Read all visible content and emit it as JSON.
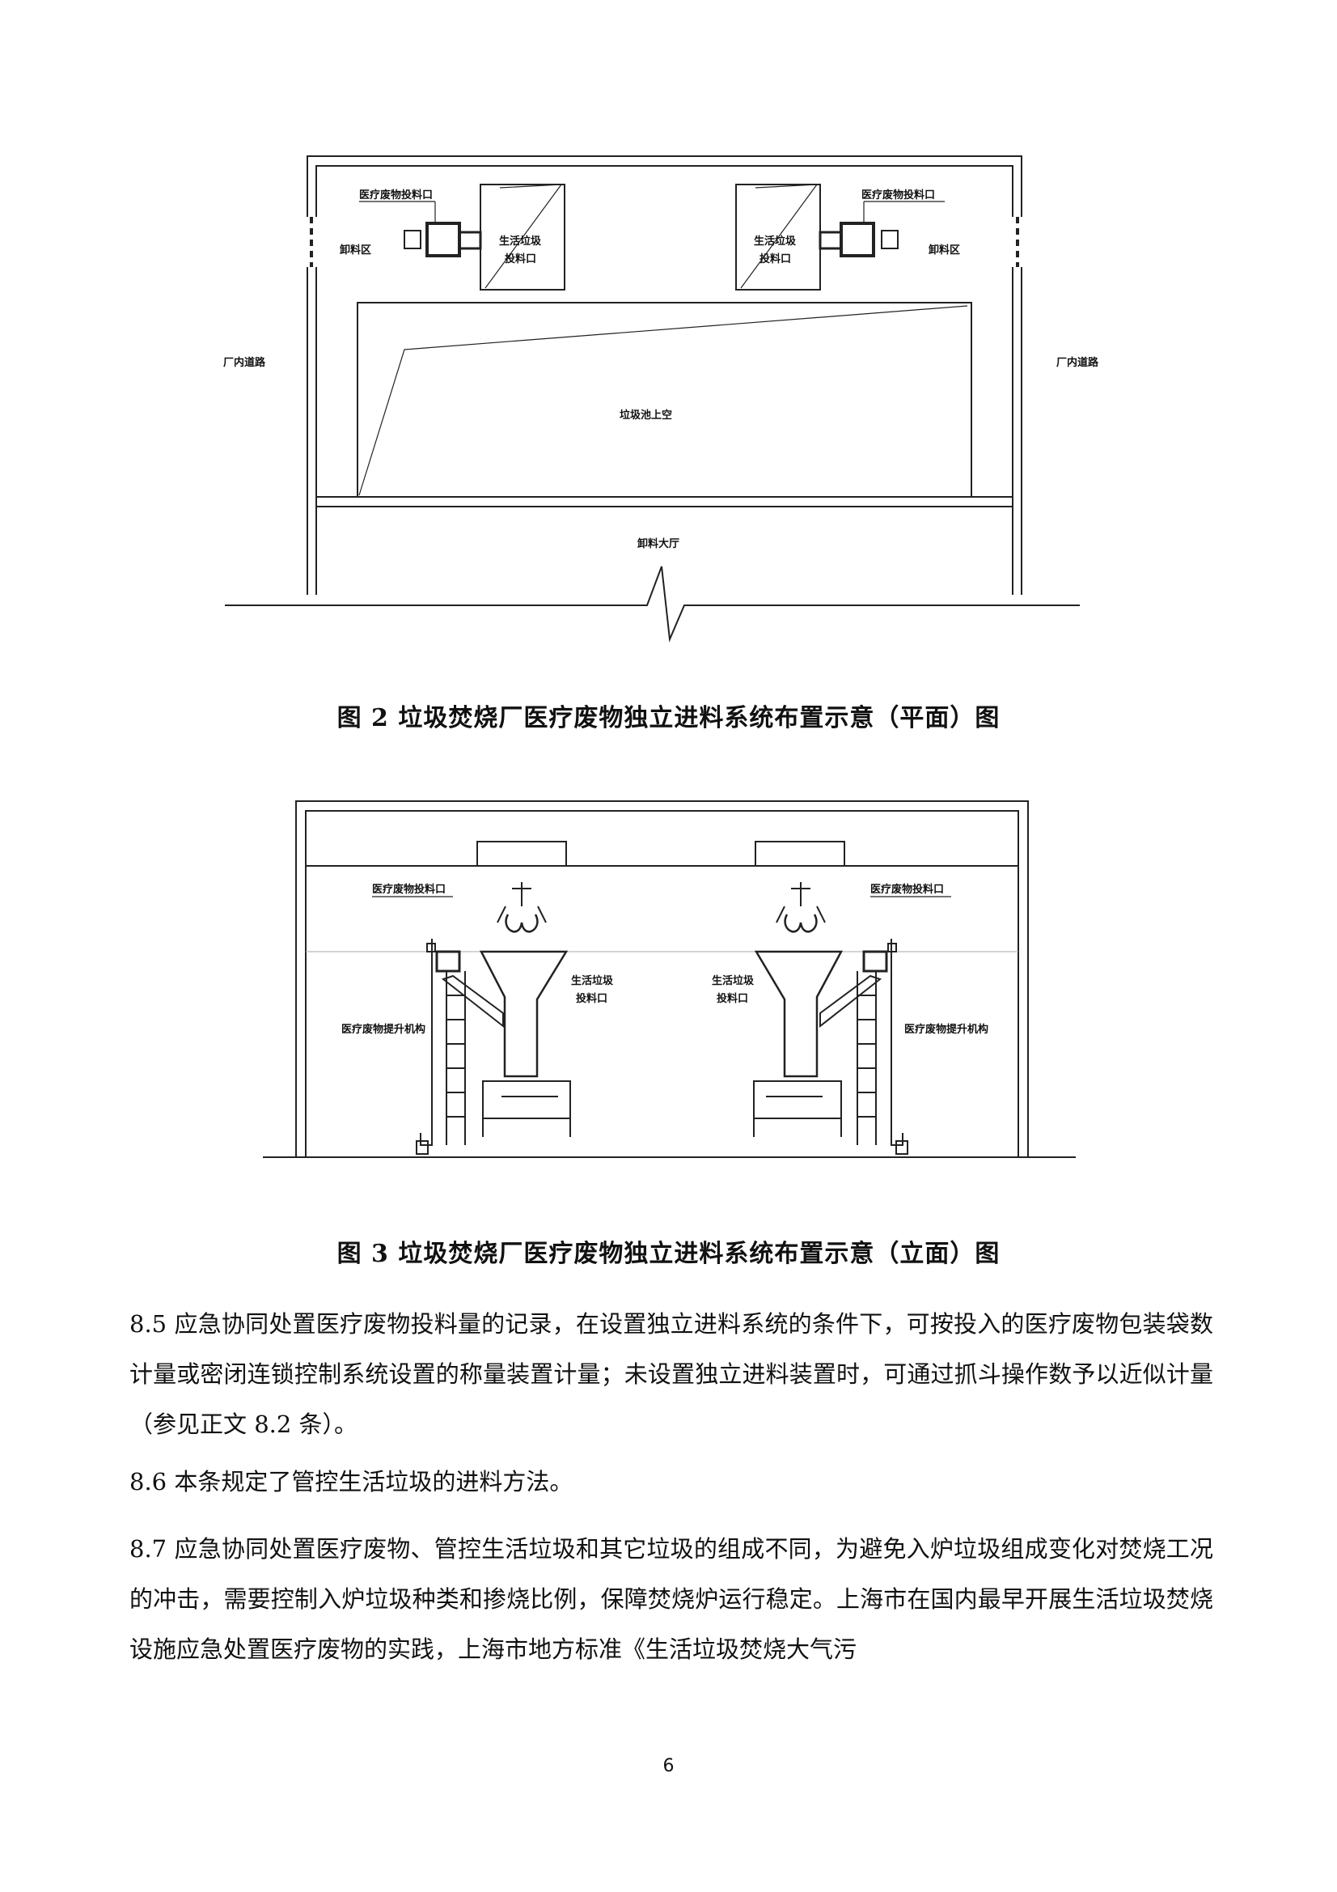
{
  "figure2": {
    "caption": "图 2  垃圾焚烧厂医疗废物独立进料系统布置示意（平面）图",
    "labels": {
      "medical_feed_left": "医疗废物投料口",
      "medical_feed_right": "医疗废物投料口",
      "domestic_feed_left": [
        "生活垃圾",
        "投料口"
      ],
      "domestic_feed_right": [
        "生活垃圾",
        "投料口"
      ],
      "unload_area_left": "卸料区",
      "unload_area_right": "卸料区",
      "road_left": "厂内道路",
      "road_right": "厂内道路",
      "pit_above": "垃圾池上空",
      "unload_hall": "卸料大厅"
    }
  },
  "figure3": {
    "caption": "图 3  垃圾焚烧厂医疗废物独立进料系统布置示意（立面）图",
    "labels": {
      "medical_feed_left": "医疗废物投料口",
      "medical_feed_right": "医疗废物投料口",
      "domestic_feed_left": [
        "生活垃圾",
        "投料口"
      ],
      "domestic_feed_right": [
        "生活垃圾",
        "投料口"
      ],
      "lift_left": "医疗废物提升机构",
      "lift_right": "医疗废物提升机构"
    }
  },
  "paragraphs": [
    "8.5  应急协同处置医疗废物投料量的记录，在设置独立进料系统的条件下，可按投入的医疗废物包装袋数计量或密闭连锁控制系统设置的称量装置计量；未设置独立进料装置时，可通过抓斗操作数予以近似计量（参见正文 8.2 条）。",
    "8.6  本条规定了管控生活垃圾的进料方法。",
    "8.7  应急协同处置医疗废物、管控生活垃圾和其它垃圾的组成不同，为避免入炉垃圾组成变化对焚烧工况的冲击，需要控制入炉垃圾种类和掺烧比例，保障焚烧炉运行稳定。上海市在国内最早开展生活垃圾焚烧设施应急处置医疗废物的实践，上海市地方标准《生活垃圾焚烧大气污"
  ],
  "page_number": "6"
}
